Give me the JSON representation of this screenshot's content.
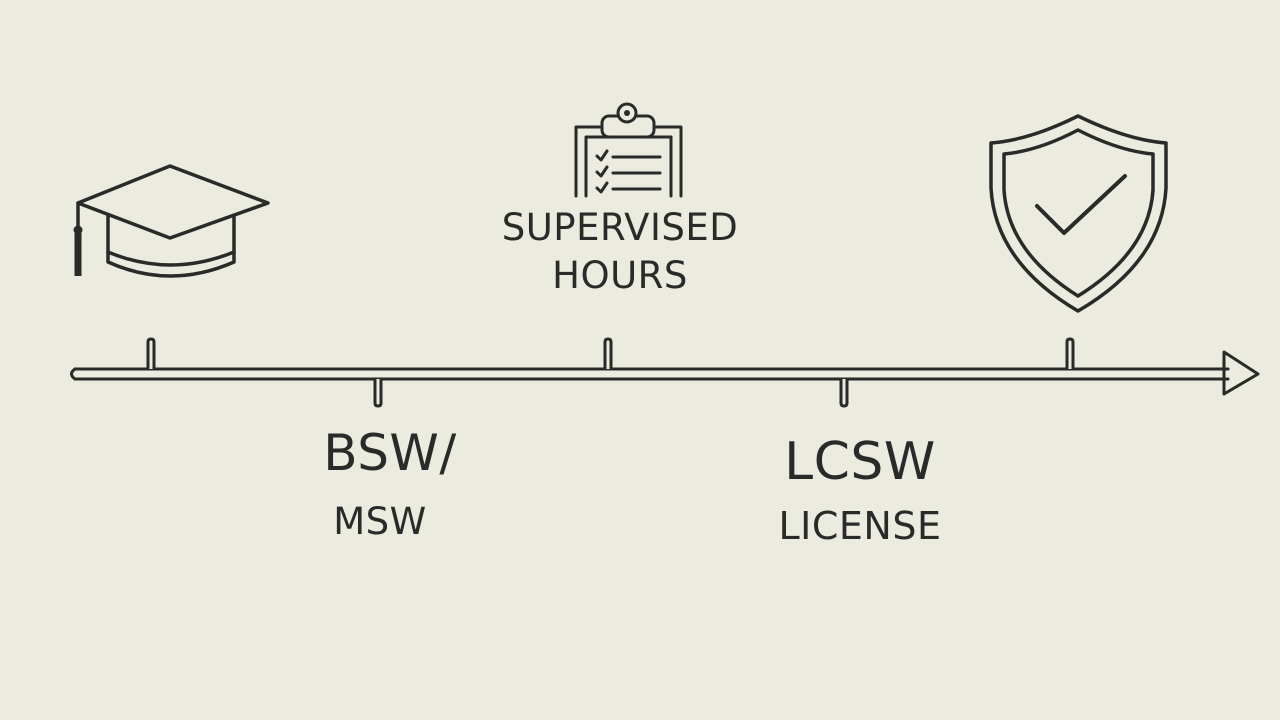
{
  "diagram": {
    "type": "timeline",
    "milestones": [
      {
        "id": "education",
        "icon": "graduation-cap-icon"
      },
      {
        "id": "bsw-msw",
        "lines": [
          "BSW/",
          "MSW"
        ]
      },
      {
        "id": "supervised-hours",
        "icon": "clipboard-checklist-icon",
        "lines": [
          "SUPERVISED",
          "HOURS"
        ]
      },
      {
        "id": "lcsw-license",
        "lines": [
          "LCSW",
          "LICENSE"
        ]
      },
      {
        "id": "licensed",
        "icon": "shield-check-icon"
      }
    ],
    "colors": {
      "background": "#ecebe0",
      "stroke": "#2a2a28"
    }
  }
}
